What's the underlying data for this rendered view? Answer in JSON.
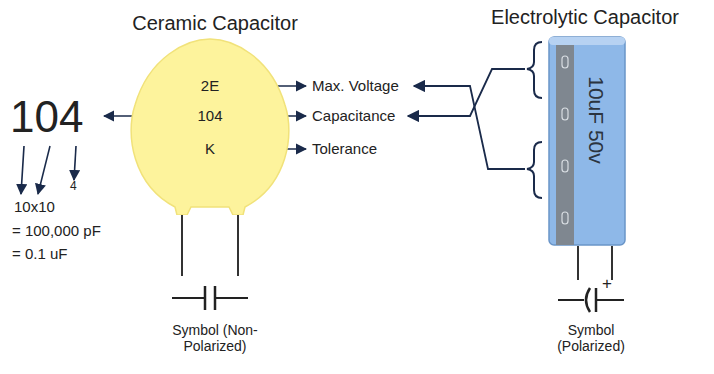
{
  "diagram": {
    "nodes": [
      {
        "text": [
          "2E",
          "104",
          "K"
        ]
      },
      {
        "text": [
          "10uF 50v"
        ]
      }
    ],
    "labels": [
      "Ceramic Capacitor",
      "Electrolytic Capacitor",
      "Max. Voltage",
      "Capacitance",
      "Tolerance",
      "104",
      "10x10",
      "4",
      "= 100,000 pF",
      "= 0.1 uF",
      "Symbol (Non-Polarized)",
      "Symbol (Polarized)",
      "+"
    ]
  }
}
